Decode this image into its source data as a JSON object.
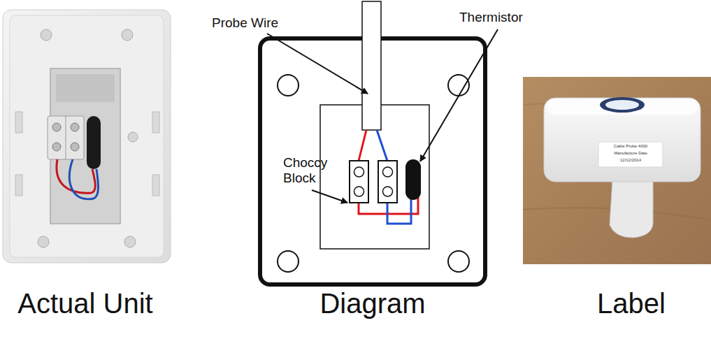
{
  "diagram": {
    "labels": [
      "Probe Wire",
      "Thermistor",
      "Choccy Block",
      "Actual Unit",
      "Diagram",
      "Label",
      "Cable Probe 4000",
      "Manufacture Date",
      "12/12/2014"
    ]
  }
}
